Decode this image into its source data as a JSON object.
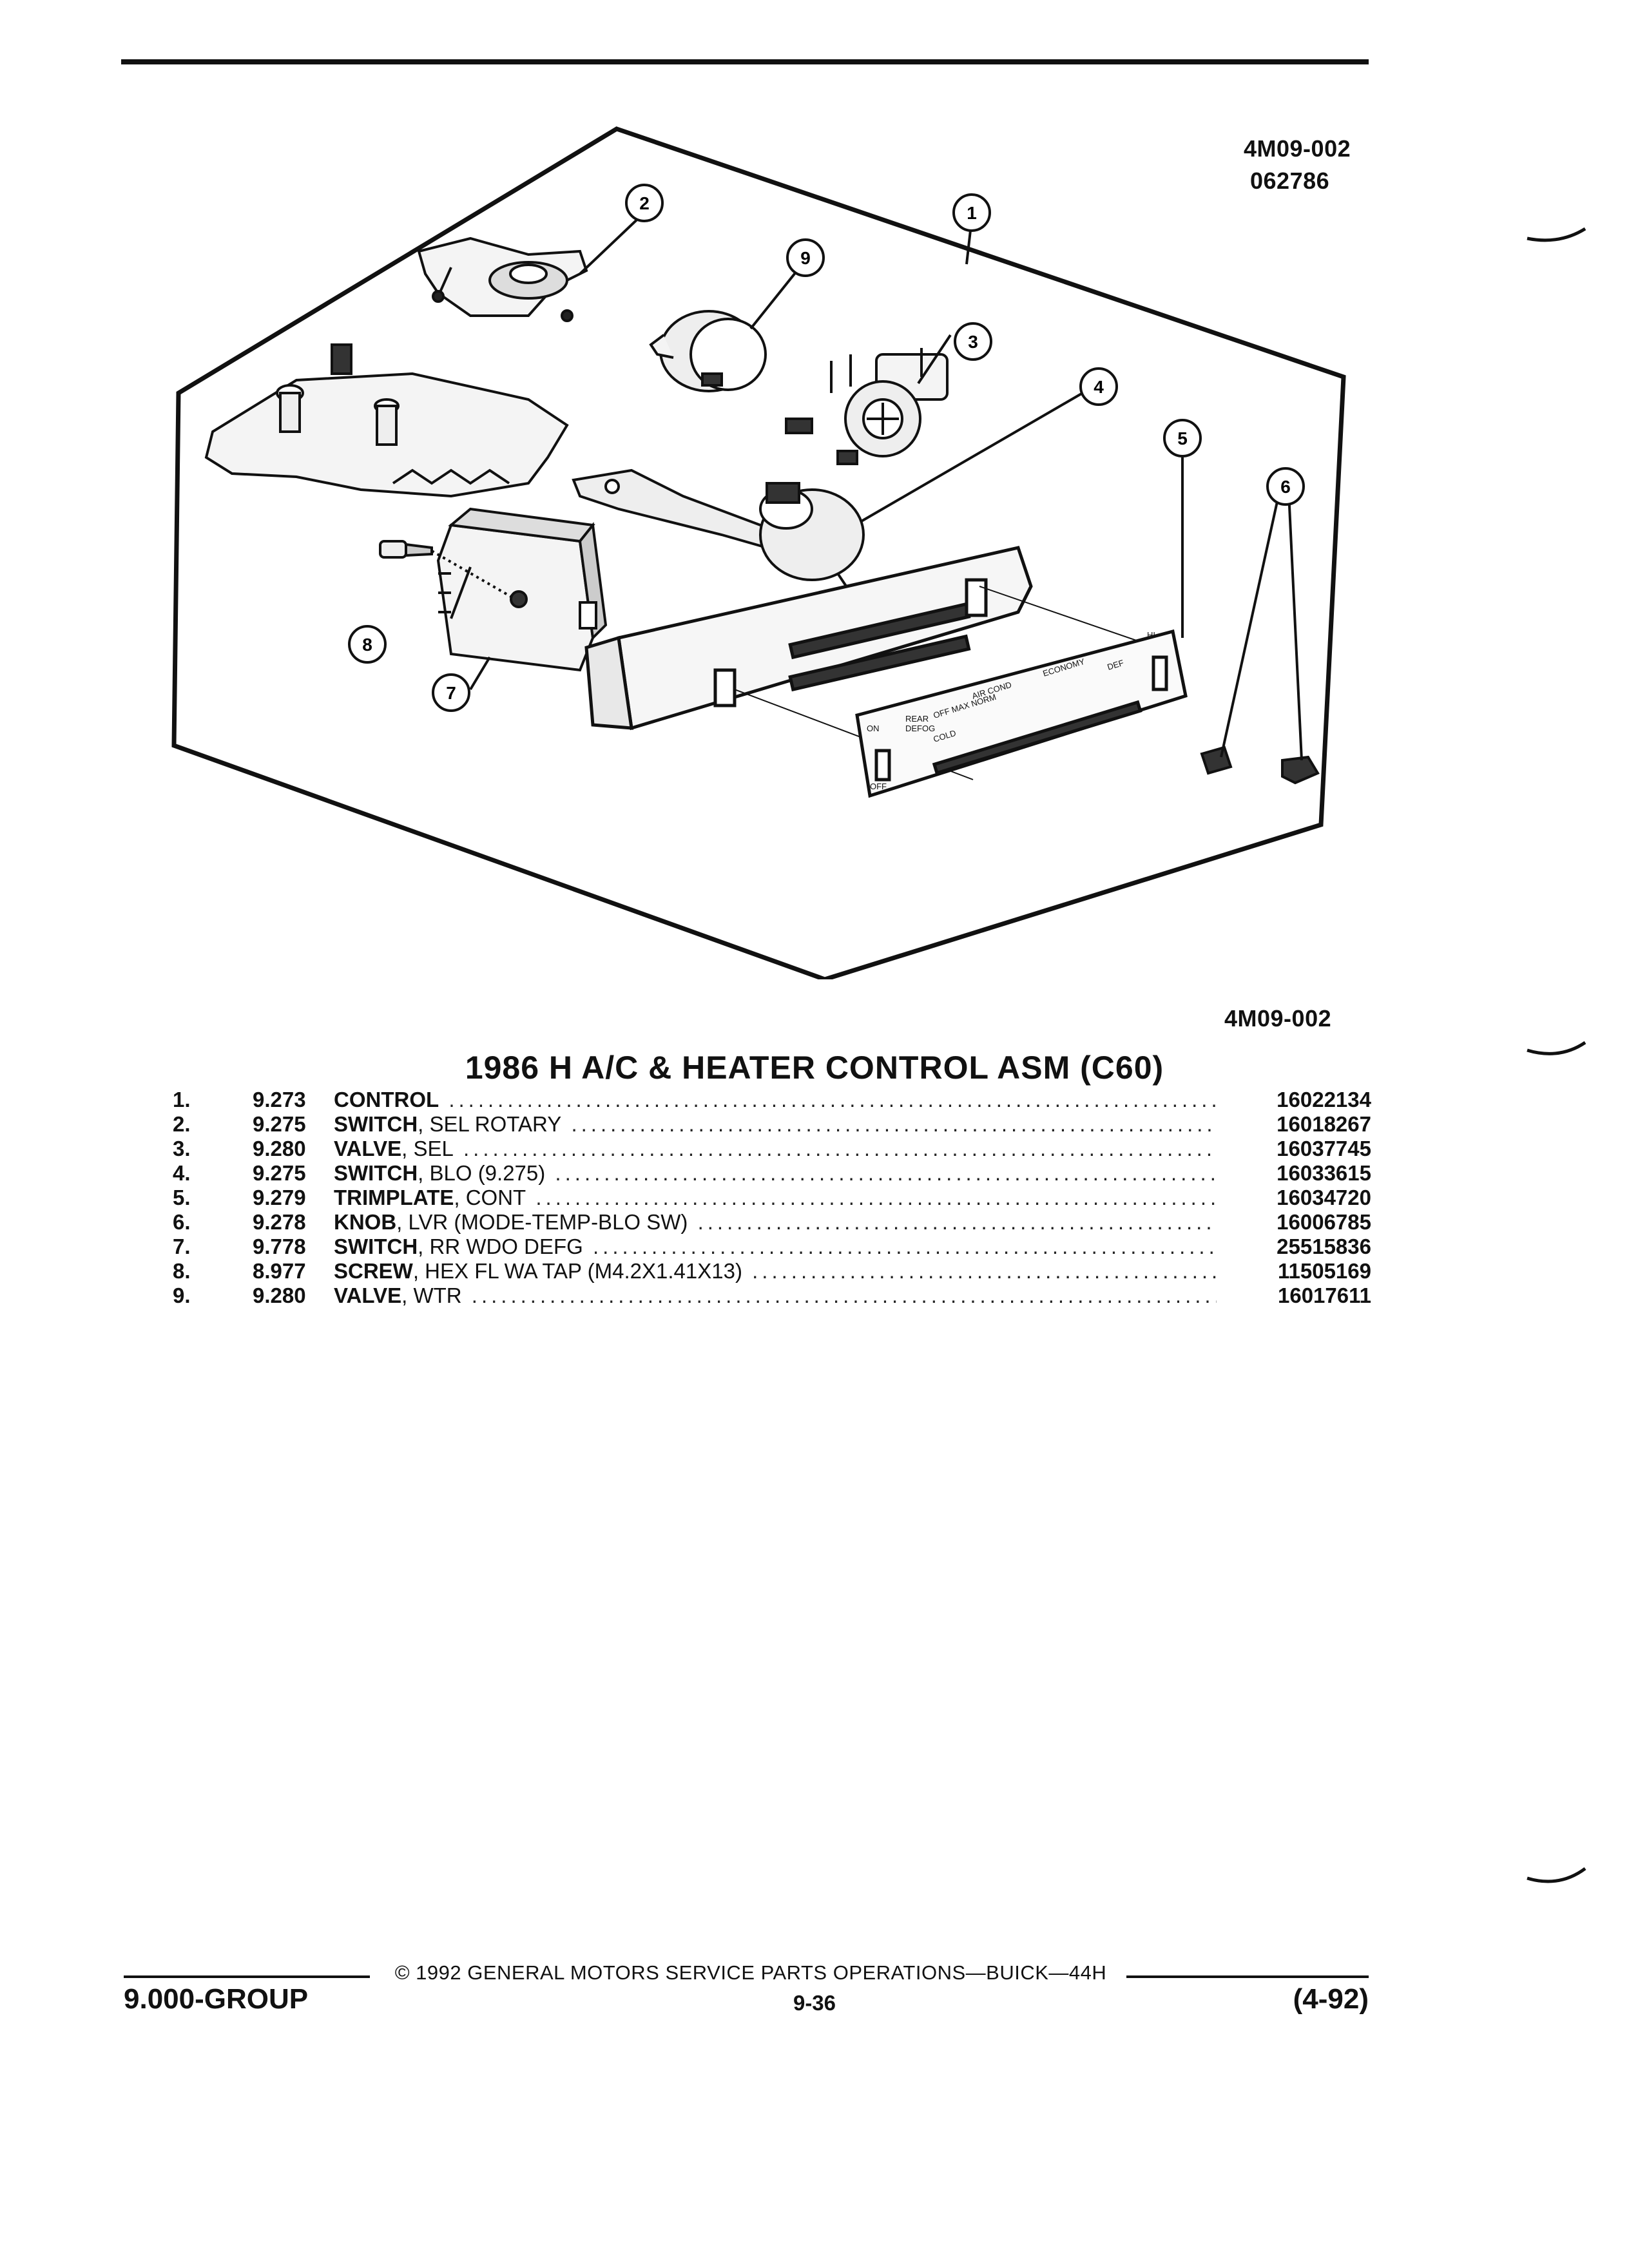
{
  "figure": {
    "code_top": "4M09-002",
    "date_code": "062786",
    "code_bottom": "4M09-002",
    "callouts": [
      "1",
      "2",
      "3",
      "4",
      "5",
      "6",
      "7",
      "8",
      "9"
    ],
    "panel_text": {
      "on": "ON",
      "off": "OFF",
      "rear": "REAR",
      "defog": "DEFOG",
      "air_cond": "AIR COND",
      "economy": "ECONOMY",
      "off_max_norm": "OFF MAX NORM",
      "def": "DEF",
      "cold": "COLD",
      "hi": "HI"
    }
  },
  "title": "1986 H A/C & HEATER CONTROL ASM (C60)",
  "parts": [
    {
      "num": "1.",
      "group": "9.273",
      "name": "CONTROL",
      "spec": "",
      "part_no": "16022134"
    },
    {
      "num": "2.",
      "group": "9.275",
      "name": "SWITCH",
      "spec": ", SEL ROTARY",
      "part_no": "16018267"
    },
    {
      "num": "3.",
      "group": "9.280",
      "name": "VALVE",
      "spec": ", SEL",
      "part_no": "16037745"
    },
    {
      "num": "4.",
      "group": "9.275",
      "name": "SWITCH",
      "spec": ", BLO (9.275)",
      "part_no": "16033615"
    },
    {
      "num": "5.",
      "group": "9.279",
      "name": "TRIMPLATE",
      "spec": ", CONT",
      "part_no": "16034720"
    },
    {
      "num": "6.",
      "group": "9.278",
      "name": "KNOB",
      "spec": ", LVR (MODE-TEMP-BLO SW)",
      "part_no": "16006785"
    },
    {
      "num": "7.",
      "group": "9.778",
      "name": "SWITCH",
      "spec": ", RR WDO DEFG",
      "part_no": "25515836"
    },
    {
      "num": "8.",
      "group": "8.977",
      "name": "SCREW",
      "spec": ", HEX FL WA TAP (M4.2X1.41X13)",
      "part_no": "11505169"
    },
    {
      "num": "9.",
      "group": "9.280",
      "name": "VALVE",
      "spec": ", WTR",
      "part_no": "16017611"
    }
  ],
  "footer": {
    "copyright": "© 1992 GENERAL MOTORS SERVICE PARTS OPERATIONS—BUICK—44H",
    "group": "9.000-GROUP",
    "page": "9-36",
    "date": "(4-92)"
  }
}
